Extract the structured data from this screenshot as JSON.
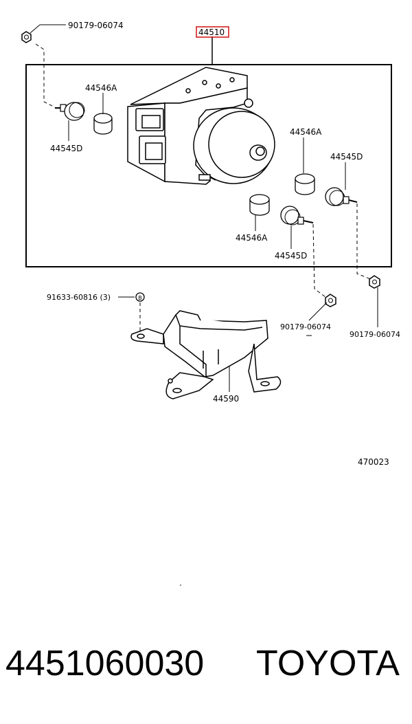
{
  "diagram": {
    "highlight_color": "#d01010",
    "labels": {
      "assembly": "44510",
      "nut_top_left": "90179-06074",
      "collar_left": "44546A",
      "bushing_left": "44545D",
      "collar_right_upper": "44546A",
      "bushing_right_upper": "44545D",
      "collar_right_lower": "44546A",
      "bushing_right_lower": "44545D",
      "bolt_bracket": "91633-60816 (3)",
      "nut_bottom_mid": "90179-06074",
      "nut_bottom_right": "90179-06074",
      "bracket": "44590",
      "diagram_code": "470023"
    }
  },
  "footer": {
    "part_number": "4451060030",
    "brand": "TOYOTA"
  }
}
